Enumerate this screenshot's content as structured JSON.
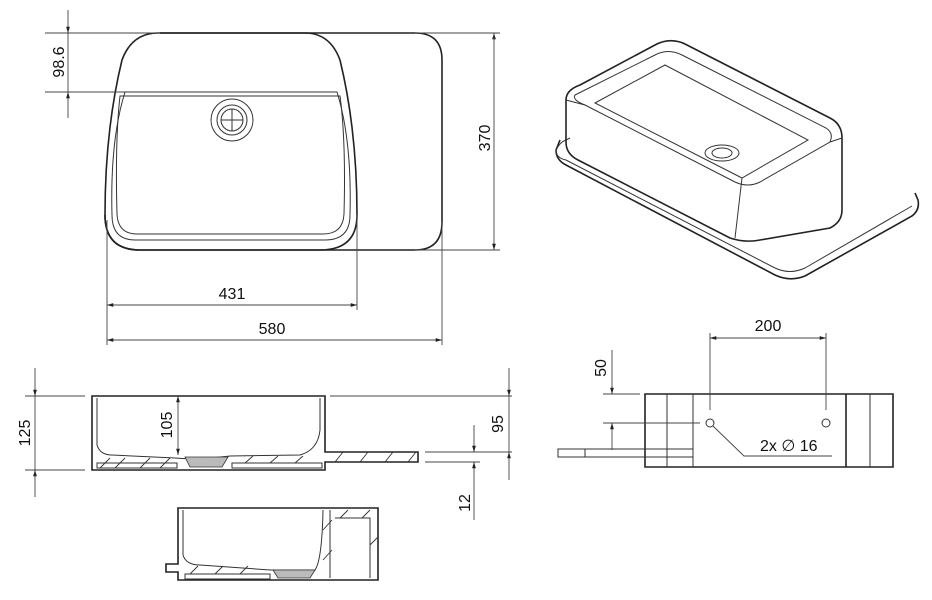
{
  "top_view": {
    "dim_rim_depth": "98.6",
    "dim_depth": "370",
    "dim_basin_width": "431",
    "dim_total_width": "580"
  },
  "front_section": {
    "dim_total_height": "125",
    "dim_inner_depth": "105",
    "dim_slab_offset": "95",
    "dim_slab_thickness": "12"
  },
  "side_view": {
    "dim_hole_height": "50",
    "dim_hole_spacing": "200",
    "hole_note": "2x ∅ 16"
  }
}
